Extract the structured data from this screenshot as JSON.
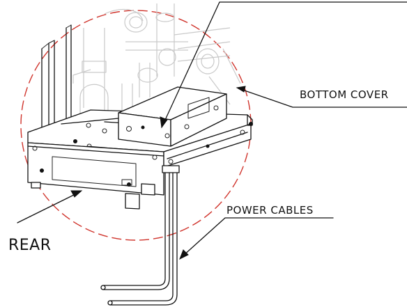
{
  "labels": {
    "bottom_cover": "BOTTOM COVER",
    "power_cables": "POWER CABLES",
    "rear": "REAR"
  },
  "colors": {
    "detail_circle": "#d0342c",
    "line": "#111111",
    "ghost_line": "#c9c9c9"
  }
}
